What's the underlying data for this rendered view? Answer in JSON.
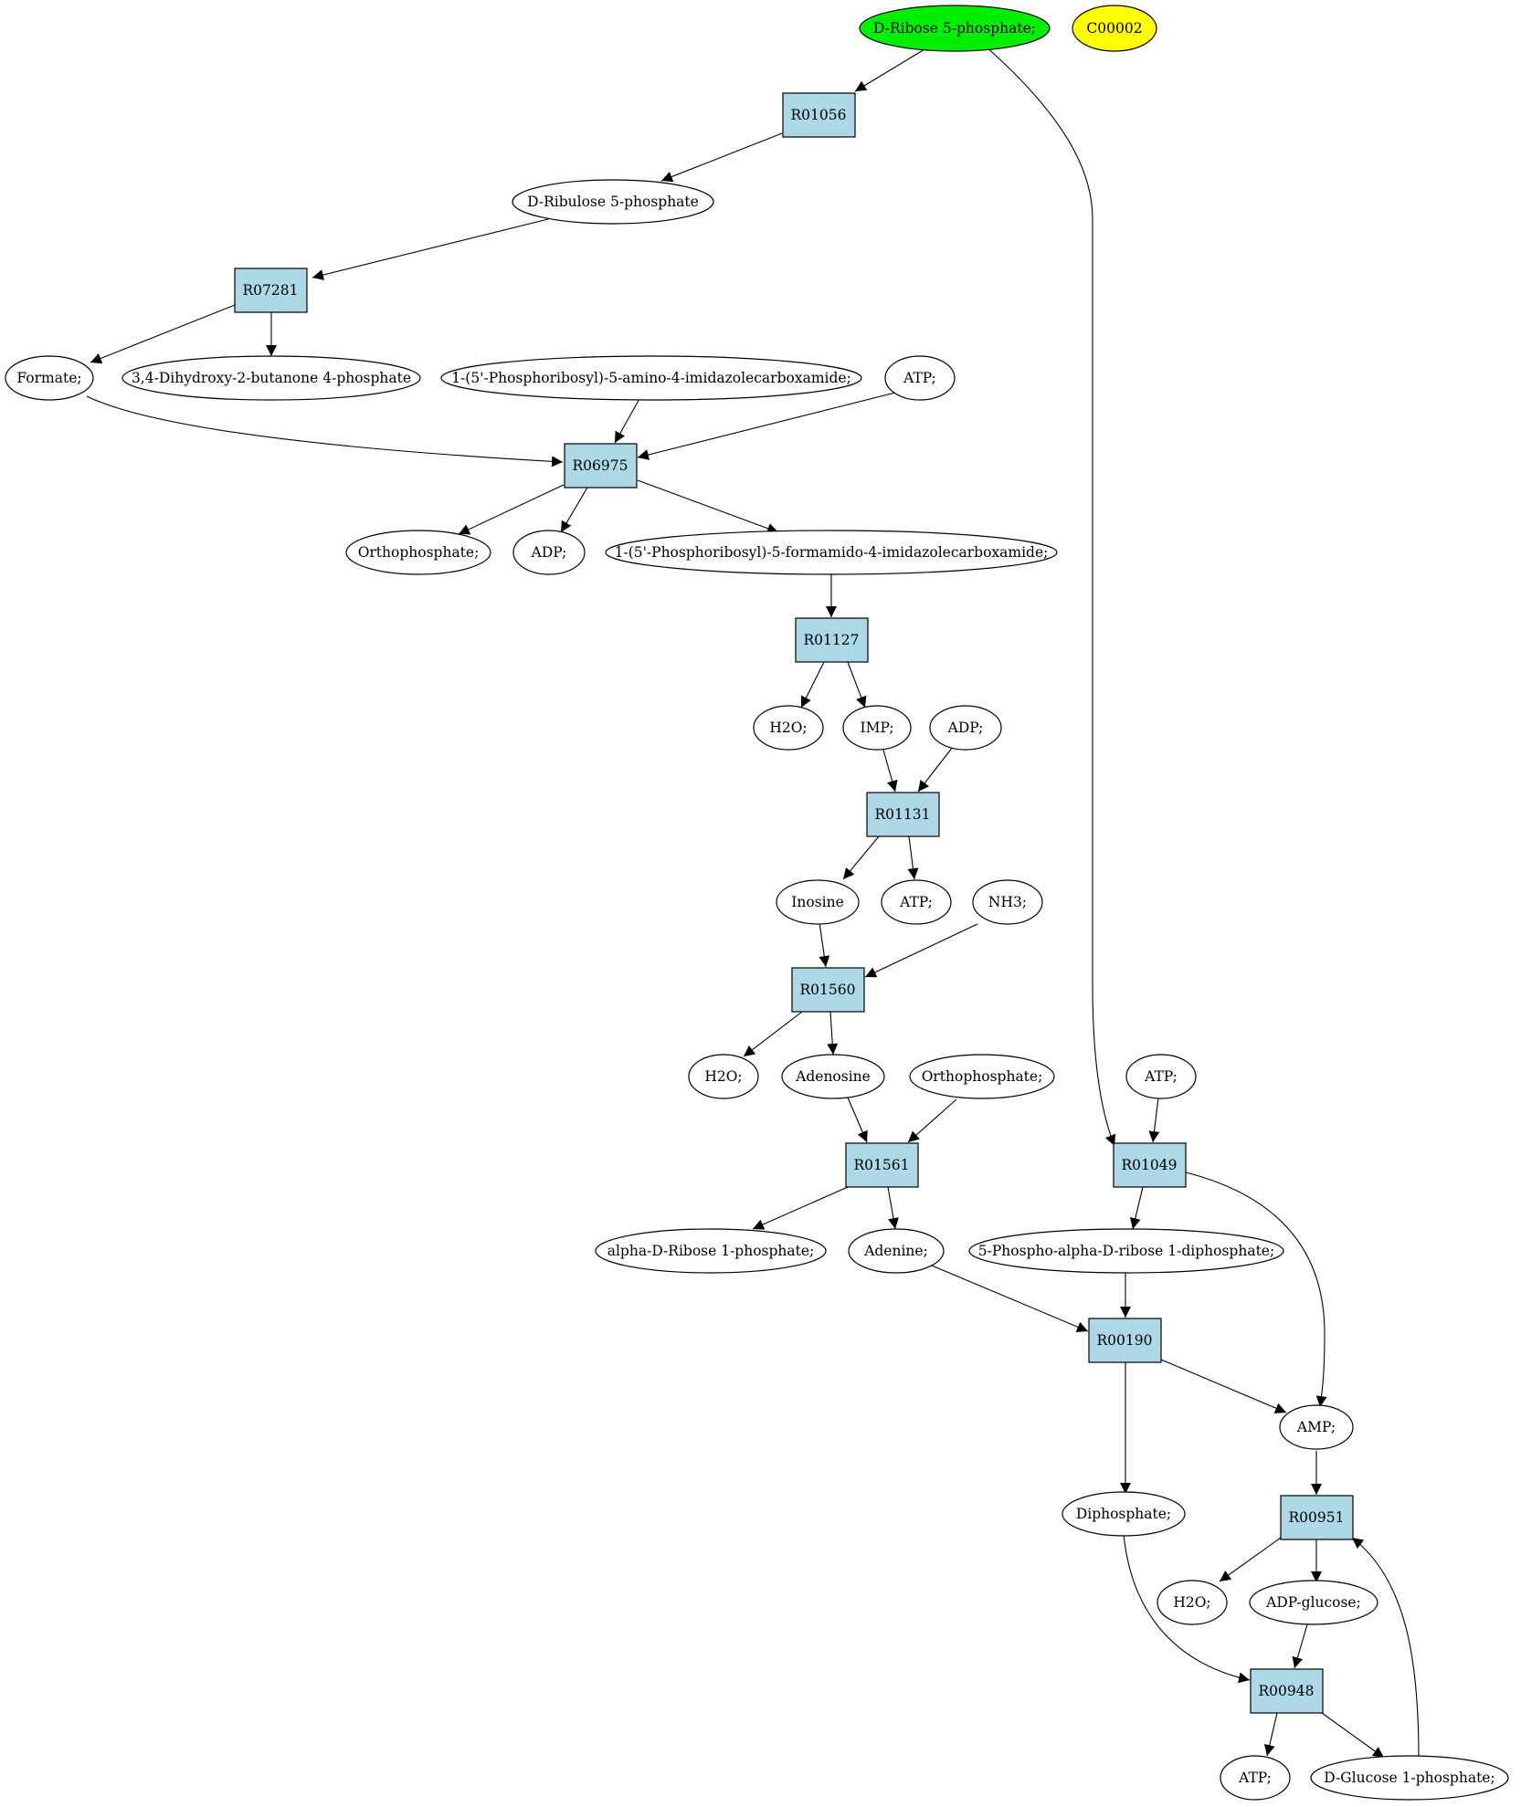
{
  "colors": {
    "start_compound": "#00ee00",
    "highlight_compound": "#ffff00",
    "compound": "#ffffff",
    "reaction": "#add8e6"
  },
  "compounds": {
    "ribose5p": "D-Ribose 5-phosphate;",
    "c00002": "C00002",
    "ribulose5p": "D-Ribulose 5-phosphate",
    "formate": "Formate;",
    "dihydroxybutanone": "3,4-Dihydroxy-2-butanone 4-phosphate",
    "aicar": "1-(5'-Phosphoribosyl)-5-amino-4-imidazolecarboxamide;",
    "atp_1": "ATP;",
    "orthophosphate_1": "Orthophosphate;",
    "adp_1": "ADP;",
    "faicar": "1-(5'-Phosphoribosyl)-5-formamido-4-imidazolecarboxamide;",
    "h2o_1": "H2O;",
    "imp": "IMP;",
    "adp_2": "ADP;",
    "inosine": "Inosine",
    "atp_2": "ATP;",
    "nh3": "NH3;",
    "h2o_2": "H2O;",
    "adenosine": "Adenosine",
    "orthophosphate_2": "Orthophosphate;",
    "atp_3": "ATP;",
    "ribose1p": "alpha-D-Ribose 1-phosphate;",
    "adenine": "Adenine;",
    "prpp": "5-Phospho-alpha-D-ribose 1-diphosphate;",
    "amp": "AMP;",
    "diphosphate": "Diphosphate;",
    "h2o_3": "H2O;",
    "adpglucose": "ADP-glucose;",
    "atp_4": "ATP;",
    "glucose1p": "D-Glucose 1-phosphate;"
  },
  "reactions": {
    "r01056": "R01056",
    "r07281": "R07281",
    "r06975": "R06975",
    "r01127": "R01127",
    "r01131": "R01131",
    "r01560": "R01560",
    "r01561": "R01561",
    "r01049": "R01049",
    "r00190": "R00190",
    "r00951": "R00951",
    "r00948": "R00948"
  }
}
